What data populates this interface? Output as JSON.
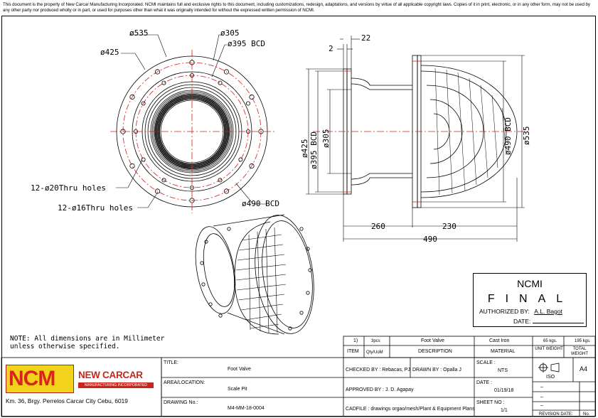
{
  "disclaimer": "This document is the property of New Carcar Manufacturing Incorporated. NCMI maintains full and exclusive rights to this document, including customizations, redesign, adaptations, and versions by virtue of all applicable copyright laws. Copies of it in print, electronic, or in any other form, may not be used by any other party nor produced wholly or in part, or used for purposes other than what it was originally intended for without the expressed written permission of NCMI.",
  "front_view": {
    "d535": "ø535",
    "d425": "ø425",
    "d305": "ø305",
    "d395": "ø395 BCD",
    "holes20": "12-ø20Thru holes",
    "holes16": "12-ø16Thru holes",
    "d490": "ø490 BCD"
  },
  "side_view": {
    "dim2": "2",
    "dim22": "22",
    "d425": "ø425",
    "d395": "ø395 BCD",
    "d305": "ø305",
    "d490": "ø490 BCD",
    "d535": "ø535",
    "len260": "260",
    "len230": "230",
    "len490": "490"
  },
  "note": {
    "line1": "NOTE: All dimensions are in Millimeter",
    "line2": "unless otherwise specified."
  },
  "final_box": {
    "company": "NCMI",
    "status": "FINAL",
    "authorized_label": "AUTHORIZED BY:",
    "authorized_name": "A.L. Bagot",
    "date_label": "DATE:"
  },
  "bom": {
    "row": {
      "item": "1)",
      "qty": "3pcs",
      "description": "Foot Valve",
      "material": "Cast Iron",
      "unit_weight": "65 kgs.",
      "total_weight": "195 kgs."
    },
    "headers": {
      "item": "ITEM",
      "qty": "Qty/UoM",
      "description": "DESCRIPTION",
      "material": "MATERIAL",
      "unit_weight": "UNIT WEIGHT",
      "total_weight": "TOTAL WEIGHT"
    }
  },
  "title_block": {
    "title_label": "TITLE:",
    "title_value": "Foot Valve",
    "area_label": "AREA/LOCATION:",
    "area_value": "Scale Pit",
    "drawing_label": "DRAWING No.:",
    "drawing_value": "M4-MM-18-0004",
    "checked": "CHECKED BY : Rebacas, PJ",
    "drawn": "DRAWN BY : Opalla J",
    "approved": "APPROVED BY : J. D. Agapay",
    "cadfile": "CADFILE : drawings orgao/mesh/Plant & Equipment Plans",
    "scale_label": "SCALE :",
    "scale_value": "NTS",
    "date_label": "DATE :",
    "date_value": "01/19/18",
    "sheet_label": "SHEET NO :",
    "sheet_value": "1/1",
    "iso": "ISO",
    "paper": "A4",
    "rev1": "–",
    "rev2": "–",
    "rev3": "–",
    "rev_label": "REVISION DATE:",
    "rev_no_label": "No."
  },
  "logo": {
    "ncm": "NCM",
    "brand": "NEW CARCAR",
    "tagline": "MANUFACTURING INCORPORATED"
  },
  "address": "Km. 36, Brgy. Perrelos Carcar City Cebu, 6019",
  "colors": {
    "centerline": "#d81c1c",
    "logo_yellow": "#f2d21a",
    "logo_red": "#c8261c"
  }
}
